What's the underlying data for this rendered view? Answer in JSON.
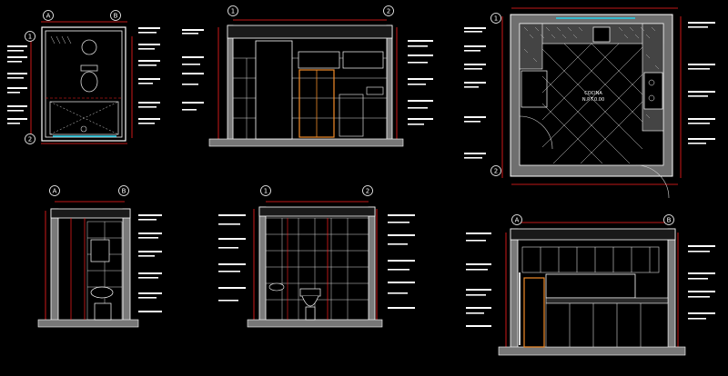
{
  "viewport": {
    "background": "#000000"
  },
  "colors": {
    "wall": "#ffffff",
    "dimension": "#ff2020",
    "cyan": "#22d3ee",
    "orange": "#f28c28",
    "line": "#d9d9d9",
    "hatch": "#cfcfcf"
  },
  "kitchen_plan": {
    "room_label_line1": "COCINA",
    "room_label_line2": "N.P.T.0.00"
  },
  "grid_bubbles": {
    "bath_plan": [
      "A",
      "B",
      "1",
      "2"
    ],
    "bath_elev_front": [
      "1",
      "2"
    ],
    "kitchen_plan": [
      "1",
      "2"
    ],
    "bath_elev_side": [
      "A",
      "B"
    ],
    "bath_elev_shower": [
      "1",
      "2"
    ],
    "kitchen_elev": [
      "A",
      "B"
    ]
  }
}
